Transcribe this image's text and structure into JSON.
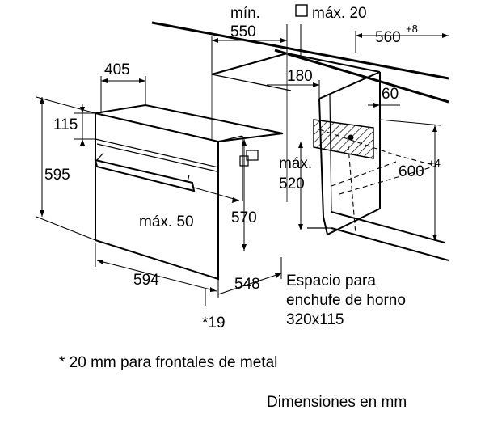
{
  "dimensions": {
    "min_label": "mín.",
    "max_label": "máx. 20",
    "d550": "550",
    "d560": "560",
    "d560_sup": "+8",
    "d405": "405",
    "d180": "180",
    "d60": "60",
    "d115": "115",
    "d595": "595",
    "max_520_a": "máx.",
    "max_520_b": "520",
    "d600": "600",
    "d600_sup": "+4",
    "max50": "máx. 50",
    "d570": "570",
    "d594": "594",
    "d548": "548",
    "star19": "*19"
  },
  "socket_note": {
    "line1": "Espacio para",
    "line2": "enchufe de horno",
    "line3": "320x115"
  },
  "footnote": "* 20 mm para frontales de metal",
  "units_note": "Dimensiones en mm"
}
